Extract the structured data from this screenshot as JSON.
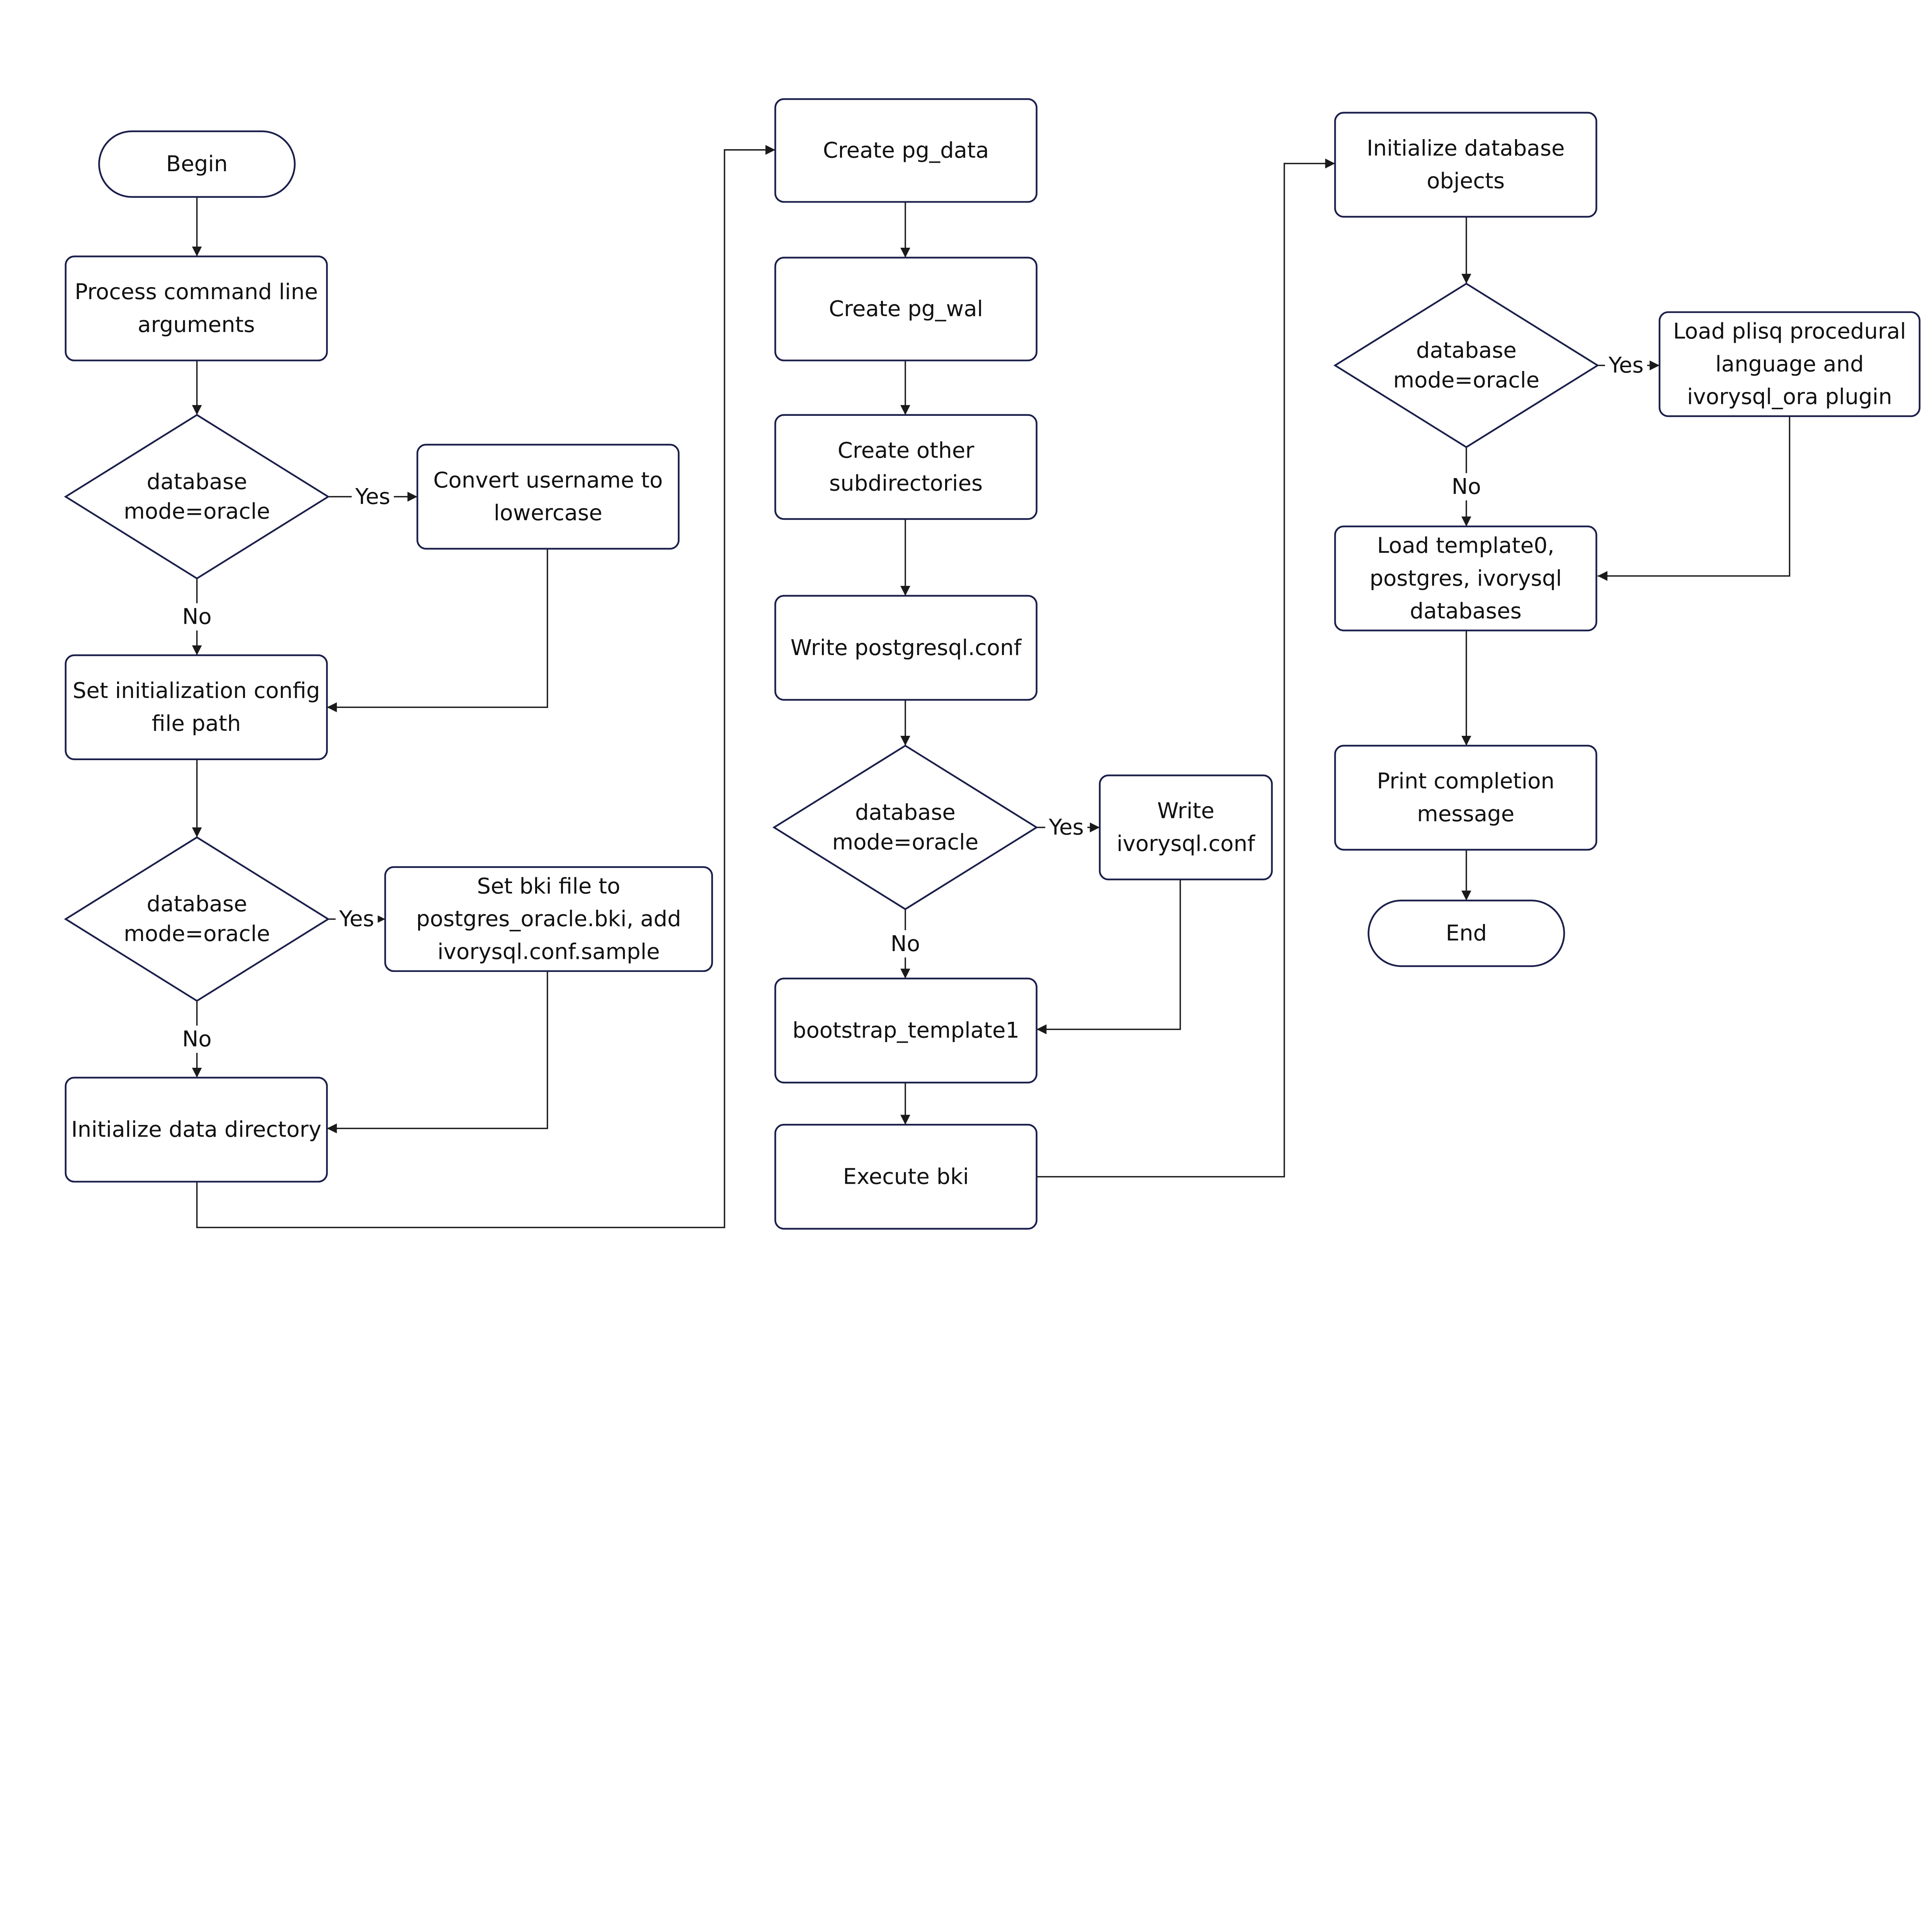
{
  "colors": {
    "shape_stroke": "#1b1f4a",
    "edge": "#1a1a1a",
    "background": "#ffffff"
  },
  "nodes": {
    "begin": {
      "type": "terminal",
      "lines": [
        "Begin"
      ]
    },
    "process_args": {
      "type": "process",
      "lines": [
        "Process command line",
        "arguments"
      ]
    },
    "decision_1": {
      "type": "decision",
      "lines": [
        "database",
        "mode=oracle"
      ]
    },
    "convert_username": {
      "type": "process",
      "lines": [
        "Convert username to",
        "lowercase"
      ]
    },
    "set_config_path": {
      "type": "process",
      "lines": [
        "Set initialization config",
        "file path"
      ]
    },
    "decision_2": {
      "type": "decision",
      "lines": [
        "database",
        "mode=oracle"
      ]
    },
    "set_bki": {
      "type": "process",
      "lines": [
        "Set bki file to",
        "postgres_oracle.bki, add",
        "ivorysql.conf.sample"
      ]
    },
    "init_data_dir": {
      "type": "process",
      "lines": [
        "Initialize data directory"
      ]
    },
    "create_pg_data": {
      "type": "process",
      "lines": [
        "Create pg_data"
      ]
    },
    "create_pg_wal": {
      "type": "process",
      "lines": [
        "Create pg_wal"
      ]
    },
    "create_subdirs": {
      "type": "process",
      "lines": [
        "Create other",
        "subdirectories"
      ]
    },
    "write_postgresql_conf": {
      "type": "process",
      "lines": [
        "Write postgresql.conf"
      ]
    },
    "decision_3": {
      "type": "decision",
      "lines": [
        "database",
        "mode=oracle"
      ]
    },
    "write_ivorysql_conf": {
      "type": "process",
      "lines": [
        "Write",
        "ivorysql.conf"
      ]
    },
    "bootstrap_template1": {
      "type": "process",
      "lines": [
        "bootstrap_template1"
      ]
    },
    "execute_bki": {
      "type": "process",
      "lines": [
        "Execute bki"
      ]
    },
    "init_db_objects": {
      "type": "process",
      "lines": [
        "Initialize database",
        "objects"
      ]
    },
    "decision_4": {
      "type": "decision",
      "lines": [
        "database",
        "mode=oracle"
      ]
    },
    "load_plisql": {
      "type": "process",
      "lines": [
        "Load plisq procedural",
        "language and",
        "ivorysql_ora plugin"
      ]
    },
    "load_templates": {
      "type": "process",
      "lines": [
        "Load template0,",
        "postgres, ivorysql",
        "databases"
      ]
    },
    "print_completion": {
      "type": "process",
      "lines": [
        "Print completion",
        "message"
      ]
    },
    "end": {
      "type": "terminal",
      "lines": [
        "End"
      ]
    }
  },
  "edges": [
    {
      "from": "begin",
      "to": "process_args"
    },
    {
      "from": "process_args",
      "to": "decision_1"
    },
    {
      "from": "decision_1",
      "to": "convert_username",
      "label": "Yes"
    },
    {
      "from": "decision_1",
      "to": "set_config_path",
      "label": "No"
    },
    {
      "from": "convert_username",
      "to": "set_config_path"
    },
    {
      "from": "set_config_path",
      "to": "decision_2"
    },
    {
      "from": "decision_2",
      "to": "set_bki",
      "label": "Yes"
    },
    {
      "from": "decision_2",
      "to": "init_data_dir",
      "label": "No"
    },
    {
      "from": "set_bki",
      "to": "init_data_dir"
    },
    {
      "from": "init_data_dir",
      "to": "create_pg_data"
    },
    {
      "from": "create_pg_data",
      "to": "create_pg_wal"
    },
    {
      "from": "create_pg_wal",
      "to": "create_subdirs"
    },
    {
      "from": "create_subdirs",
      "to": "write_postgresql_conf"
    },
    {
      "from": "write_postgresql_conf",
      "to": "decision_3"
    },
    {
      "from": "decision_3",
      "to": "write_ivorysql_conf",
      "label": "Yes"
    },
    {
      "from": "decision_3",
      "to": "bootstrap_template1",
      "label": "No"
    },
    {
      "from": "write_ivorysql_conf",
      "to": "bootstrap_template1"
    },
    {
      "from": "bootstrap_template1",
      "to": "execute_bki"
    },
    {
      "from": "execute_bki",
      "to": "init_db_objects"
    },
    {
      "from": "init_db_objects",
      "to": "decision_4"
    },
    {
      "from": "decision_4",
      "to": "load_plisql",
      "label": "Yes"
    },
    {
      "from": "decision_4",
      "to": "load_templates",
      "label": "No"
    },
    {
      "from": "load_plisql",
      "to": "load_templates"
    },
    {
      "from": "load_templates",
      "to": "print_completion"
    },
    {
      "from": "print_completion",
      "to": "end"
    }
  ]
}
